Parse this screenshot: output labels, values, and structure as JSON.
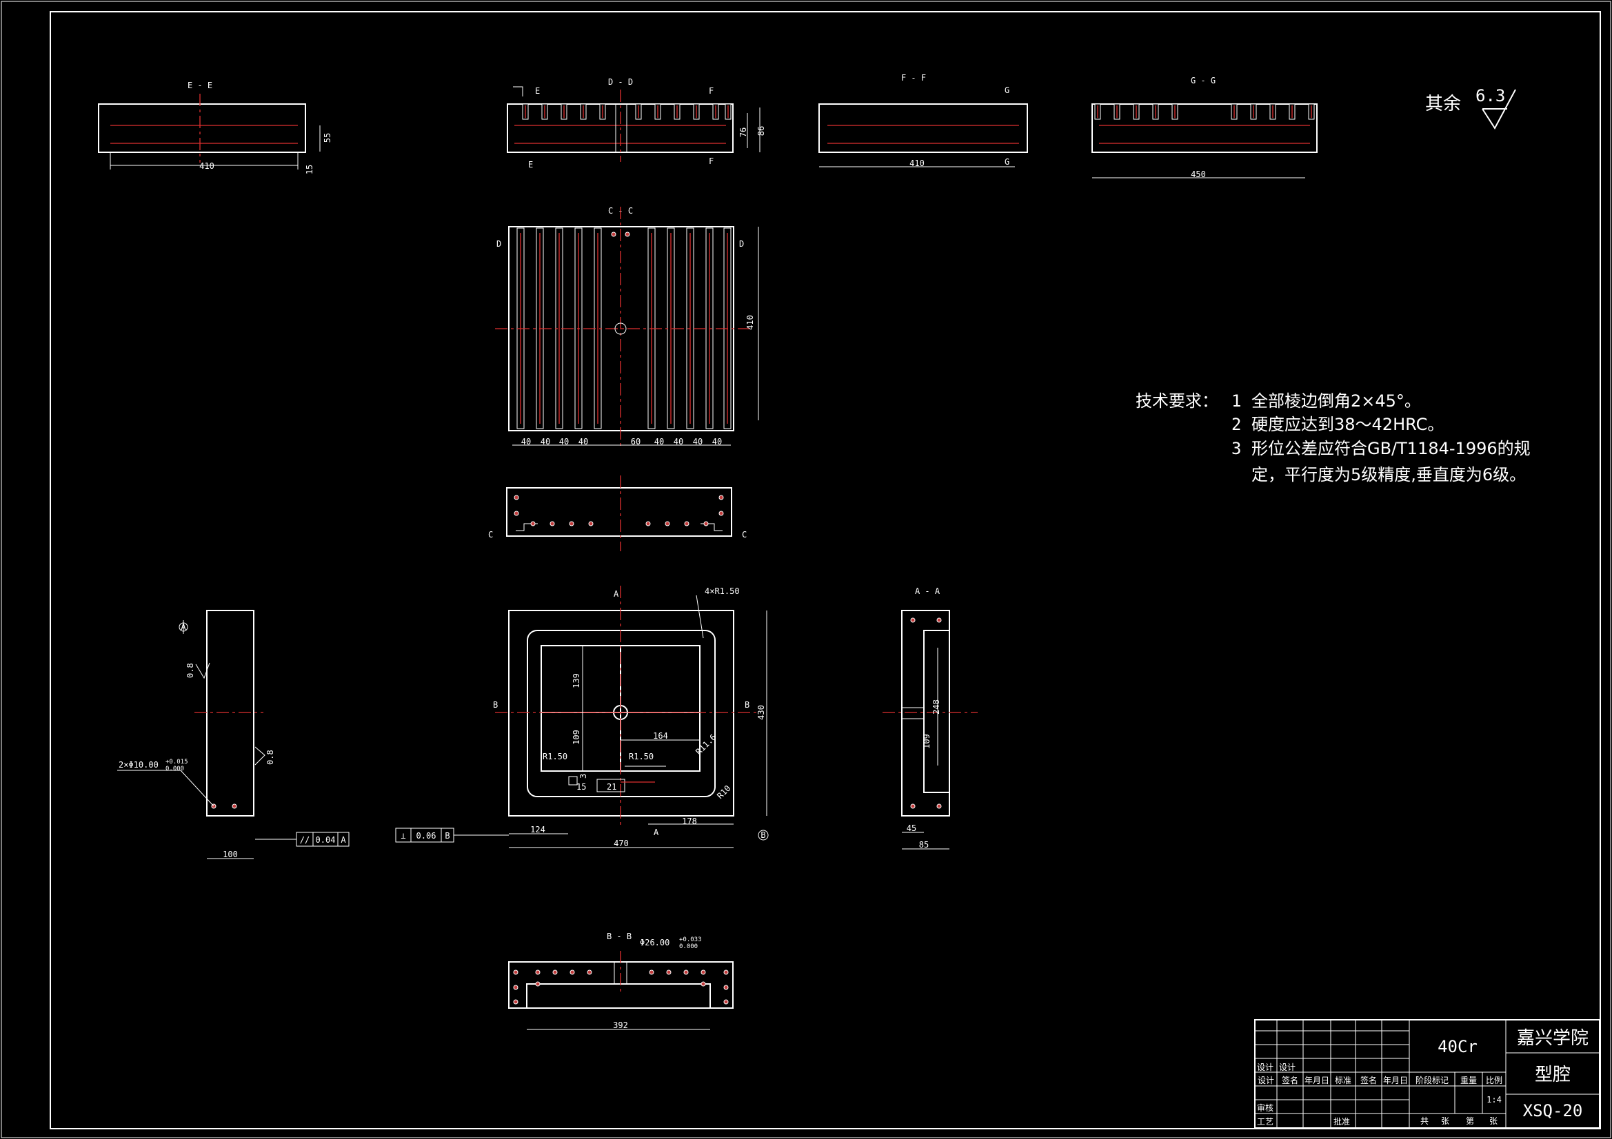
{
  "views": {
    "ee": {
      "title": "E - E",
      "dim_w": "410",
      "dim_h1": "55",
      "dim_h2": "15"
    },
    "dd": {
      "title": "D - D",
      "cut_e": "E",
      "cut_f": "F",
      "dim_h1": "76",
      "dim_h2": "86"
    },
    "ff": {
      "title": "F - F",
      "cut_g": "G",
      "dim_w": "410"
    },
    "gg": {
      "title": "G - G",
      "dim_w": "450"
    },
    "cc": {
      "title": "C - C",
      "cut_d": "D",
      "dim_h": "410",
      "pitch_left": [
        "40",
        "40",
        "40",
        "40"
      ],
      "pitch_right": [
        "60",
        "40",
        "40",
        "40",
        "40"
      ]
    },
    "side": {
      "cut_c": "C"
    },
    "plan": {
      "cut_a": "A",
      "cut_b": "B",
      "corner_radius": "4×R1.50",
      "dim_139": "139",
      "dim_109": "109",
      "dim_164": "164",
      "r_left": "R1.50",
      "r_right": "R1.50",
      "r_11": "R11.6",
      "r_10": "R10",
      "dim_15": "15",
      "dim_21": "21",
      "dim_3": "3",
      "dim_124": "124",
      "dim_178": "178",
      "dim_470": "470",
      "dim_430": "430",
      "perp_value": "0.06",
      "perp_datum": "B",
      "datum": "B"
    },
    "aa": {
      "title": "A - A",
      "dim_248": "248",
      "dim_109": "109",
      "dim_45": "45",
      "dim_85": "85"
    },
    "left": {
      "rough1": "0.8",
      "rough2": "0.8",
      "hole_note": "2×Φ10.00",
      "tol_up": "+0.015",
      "tol_dn": "0.000",
      "par_value": "0.04",
      "par_datum": "A",
      "dim_w": "100",
      "datum": "A"
    },
    "bb": {
      "title": "B - B",
      "bore": "Φ26.00",
      "tol_up": "+0.033",
      "tol_dn": "0.000",
      "dim_w": "392"
    }
  },
  "roughness": {
    "label": "其余",
    "value": "6.3"
  },
  "requirements": {
    "heading": "技术要求：",
    "items": [
      {
        "no": "1",
        "text": "全部棱边倒角2×45°。"
      },
      {
        "no": "2",
        "text": "硬度应达到38～42HRC。"
      },
      {
        "no": "3",
        "text": "形位公差应符合GB/T1184-1996的规"
      },
      {
        "no": "",
        "text": "定，平行度为5级精度,垂直度为6级。"
      }
    ]
  },
  "title_block": {
    "material": "40Cr",
    "school": "嘉兴学院",
    "part_name": "型腔",
    "drawing_no": "XSQ-20",
    "design": "设计",
    "design2": "设计",
    "headers": [
      "设计",
      "签名",
      "年月日",
      "标准",
      "签名",
      "年月日"
    ],
    "stage_mark": "阶段标记",
    "weight": "重量",
    "scale_label": "比例",
    "scale_value": "1:4",
    "review": "审核",
    "process": "工艺",
    "approve": "批准",
    "total": "共",
    "sheets": "张",
    "sheet_no": "第",
    "sheets2": "张"
  }
}
